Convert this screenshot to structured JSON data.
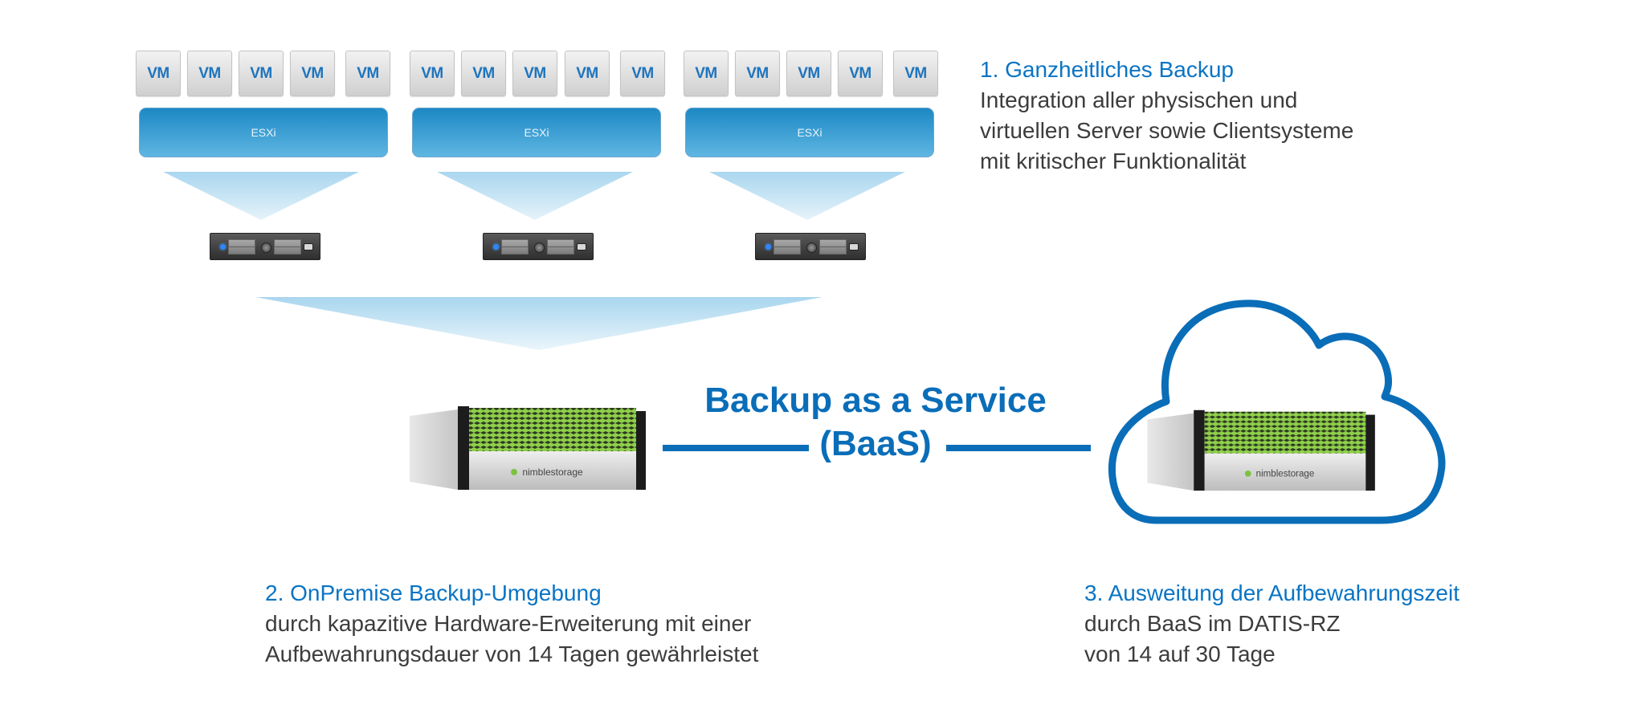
{
  "diagram": {
    "hosts": [
      {
        "vms": [
          "VM",
          "VM",
          "VM",
          "VM",
          "VM"
        ],
        "hypervisor": "ESXi"
      },
      {
        "vms": [
          "VM",
          "VM",
          "VM",
          "VM",
          "VM"
        ],
        "hypervisor": "ESXi"
      },
      {
        "vms": [
          "VM",
          "VM",
          "VM",
          "VM",
          "VM"
        ],
        "hypervisor": "ESXi"
      }
    ],
    "storage": {
      "onpremise_brand": "nimblestorage",
      "cloud_brand": "nimblestorage"
    },
    "center_label": {
      "line1": "Backup as a Service",
      "line2": "(BaaS)"
    },
    "colors": {
      "accent_blue": "#0a6db8",
      "heading_blue": "#0a74c4",
      "body_text": "#3c3c3c",
      "esxi_blue": "#1c88c4",
      "storage_green": "#7cc242"
    }
  },
  "notes": [
    {
      "heading": "1. Ganzheitliches Backup",
      "lines": [
        "Integration aller physischen und",
        "virtuellen Server sowie Clientsysteme",
        "mit kritischer Funktionalität"
      ]
    },
    {
      "heading": "2. OnPremise Backup-Umgebung",
      "lines": [
        "durch kapazitive Hardware-Erweiterung mit einer",
        "Aufbewahrungsdauer von 14 Tagen gewährleistet"
      ]
    },
    {
      "heading": "3. Ausweitung der Aufbewahrungszeit",
      "lines": [
        "durch BaaS im DATIS-RZ",
        "von 14 auf 30 Tage"
      ]
    }
  ]
}
